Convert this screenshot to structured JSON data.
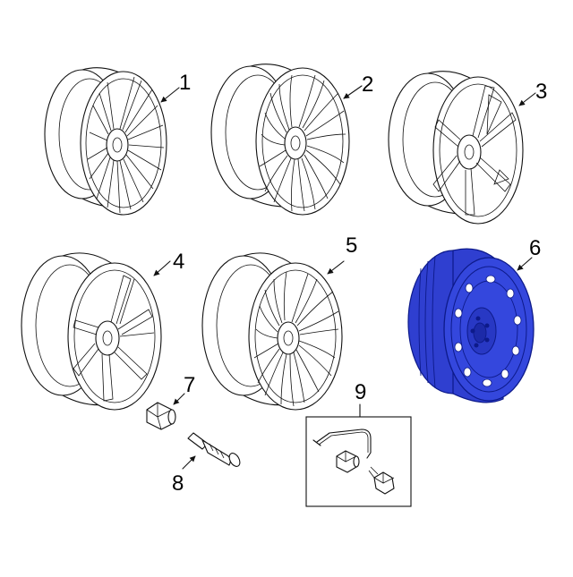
{
  "diagram": {
    "accent_color": "#2f3fd0",
    "accent_dark": "#0d1a8a",
    "callouts": [
      {
        "id": "1",
        "label": "1"
      },
      {
        "id": "2",
        "label": "2"
      },
      {
        "id": "3",
        "label": "3"
      },
      {
        "id": "4",
        "label": "4"
      },
      {
        "id": "5",
        "label": "5"
      },
      {
        "id": "6",
        "label": "6"
      },
      {
        "id": "7",
        "label": "7"
      },
      {
        "id": "8",
        "label": "8"
      },
      {
        "id": "9",
        "label": "9"
      }
    ],
    "parts": [
      {
        "callout": "1",
        "name": "wheel-alloy-split-spoke",
        "icon": "wheel-icon"
      },
      {
        "callout": "2",
        "name": "wheel-alloy-twisted-spoke",
        "icon": "wheel-icon"
      },
      {
        "callout": "3",
        "name": "wheel-alloy-five-spoke",
        "icon": "wheel-icon"
      },
      {
        "callout": "4",
        "name": "wheel-alloy-double-spoke",
        "icon": "wheel-icon"
      },
      {
        "callout": "5",
        "name": "wheel-alloy-multi-spoke",
        "icon": "wheel-icon"
      },
      {
        "callout": "6",
        "name": "wheel-steel-spare",
        "icon": "steel-wheel-icon",
        "highlighted": true
      },
      {
        "callout": "7",
        "name": "lug-nut",
        "icon": "lug-nut-icon"
      },
      {
        "callout": "8",
        "name": "tpms-valve-stem",
        "icon": "valve-stem-icon"
      },
      {
        "callout": "9",
        "name": "tpms-sensor-kit",
        "icon": "sensor-kit-icon"
      }
    ]
  }
}
